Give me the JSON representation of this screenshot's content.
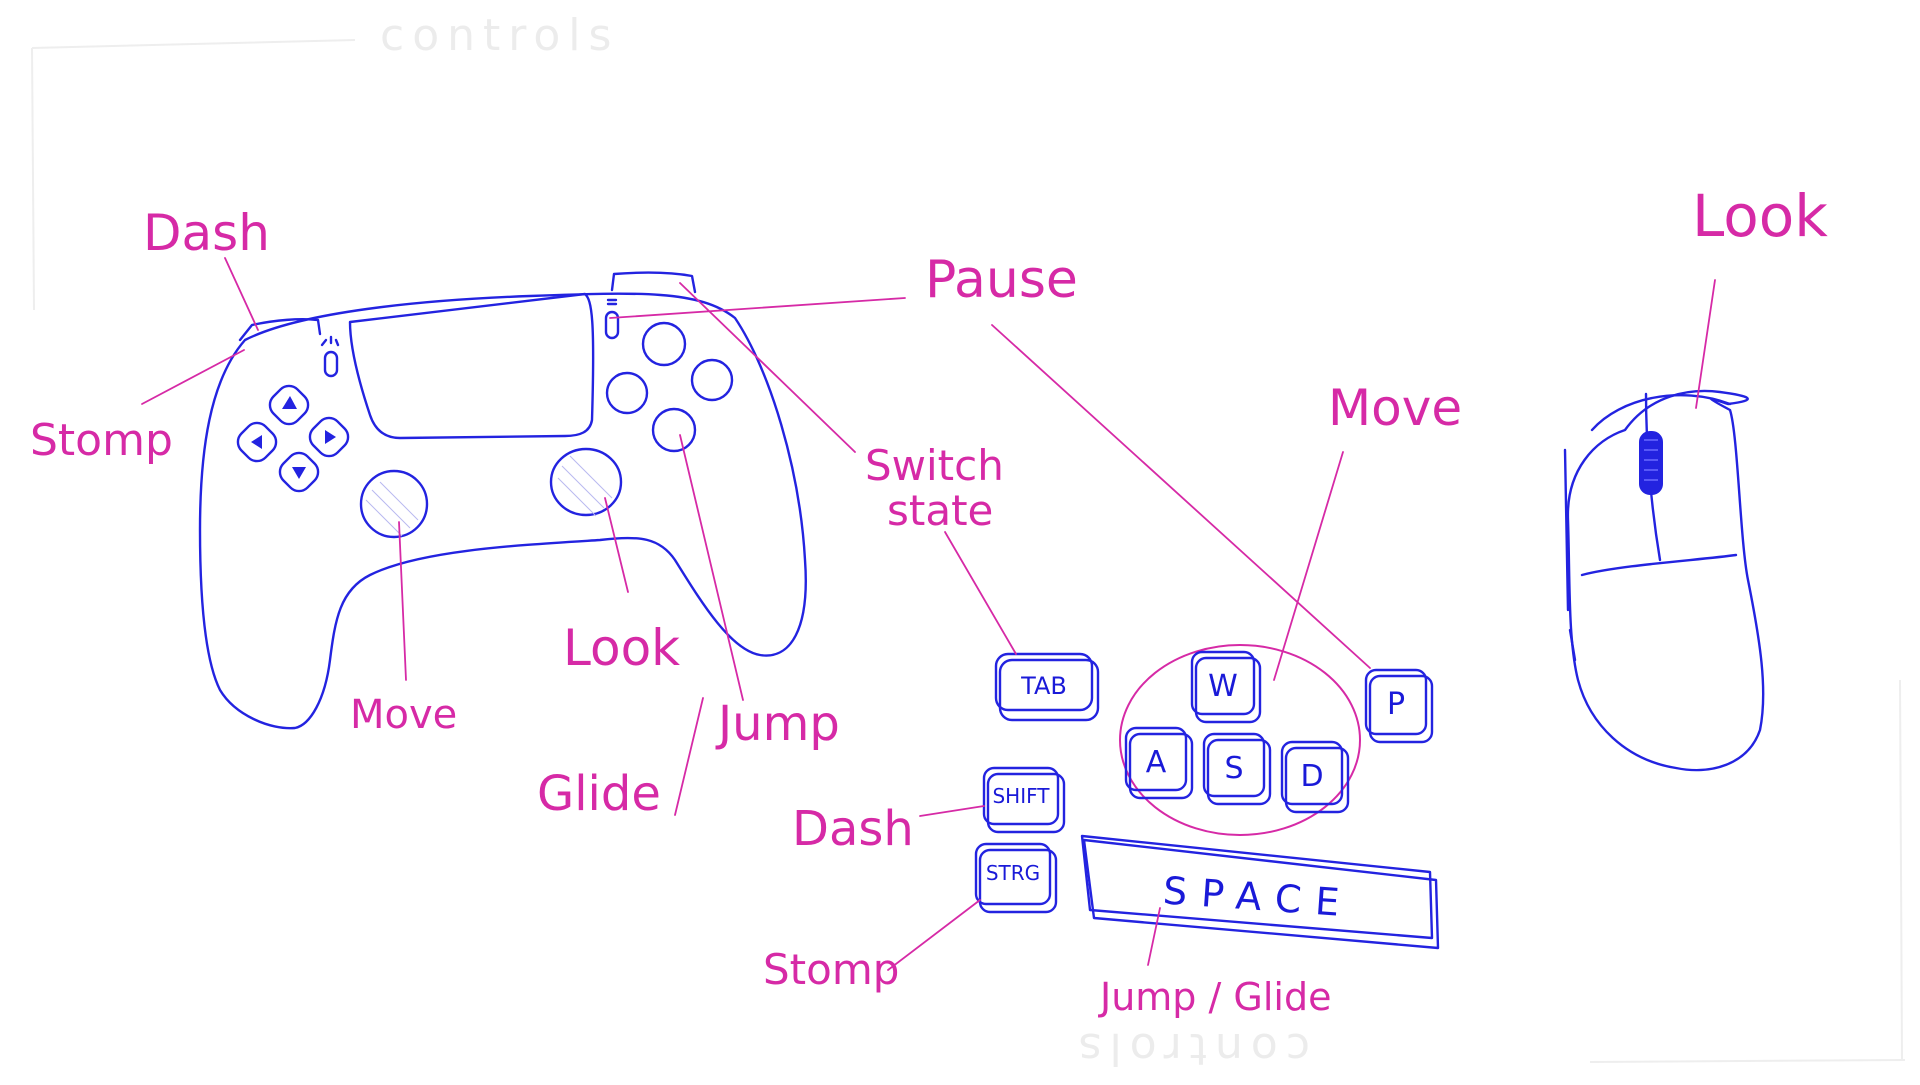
{
  "watermark": {
    "top": "controls",
    "bottom": "controls"
  },
  "gamepad": {
    "labels": {
      "dash": "Dash",
      "stomp": "Stomp",
      "pause": "Pause",
      "switch_state_line1": "Switch",
      "switch_state_line2": "state",
      "move": "Move",
      "look": "Look",
      "jump": "Jump",
      "glide": "Glide"
    }
  },
  "keyboard": {
    "keys": {
      "tab": "TAB",
      "w": "W",
      "a": "A",
      "s": "S",
      "d": "D",
      "p": "P",
      "shift": "SHIFT",
      "strg": "STRG",
      "space": "SPACE"
    },
    "labels": {
      "move": "Move",
      "dash": "Dash",
      "stomp": "Stomp",
      "jump_glide": "Jump / Glide"
    }
  },
  "mouse": {
    "labels": {
      "look": "Look"
    }
  },
  "colors": {
    "ink": "#2323e0",
    "label": "#d62aa6",
    "background": "#ffffff"
  }
}
